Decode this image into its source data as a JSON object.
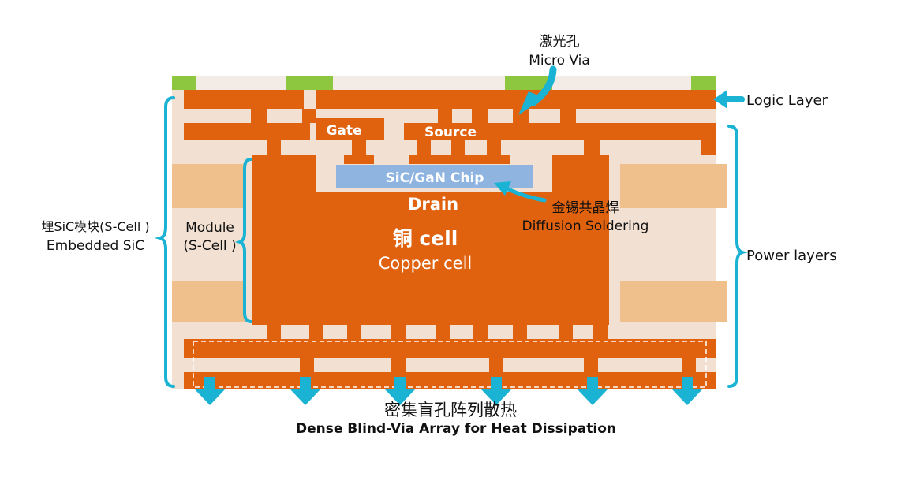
{
  "labels": {
    "micro_via_cn": "激光孔",
    "micro_via_en": "Micro Via",
    "logic_layer": "Logic Layer",
    "power_layers": "Power layers",
    "gate": "Gate",
    "source": "Source",
    "chip": "SiC/GaN Chip",
    "drain": "Drain",
    "solder_cn": "金锡共晶焊",
    "solder_en": "Diffusion Soldering",
    "copper_cn": "铜 cell",
    "copper_en": "Copper cell",
    "module_line1": "Module",
    "module_line2": "(S-Cell )",
    "embedded_cn": "埋SiC模块(S-Cell )",
    "embedded_en": "Embedded SiC",
    "bottom_cn": "密集盲孔阵列散热",
    "bottom_en": "Dense Blind-Via Array for Heat Dissipation"
  },
  "colors": {
    "copper": "#e0620f",
    "laminate": "#f2e0d2",
    "prepreg": "#efbf8c",
    "green_pad": "#8dc63f",
    "chip": "#8fb4e0",
    "accent": "#1bb3d3"
  },
  "icons": {
    "arrow": "down-arrow-icon",
    "brace": "curly-brace-icon"
  }
}
